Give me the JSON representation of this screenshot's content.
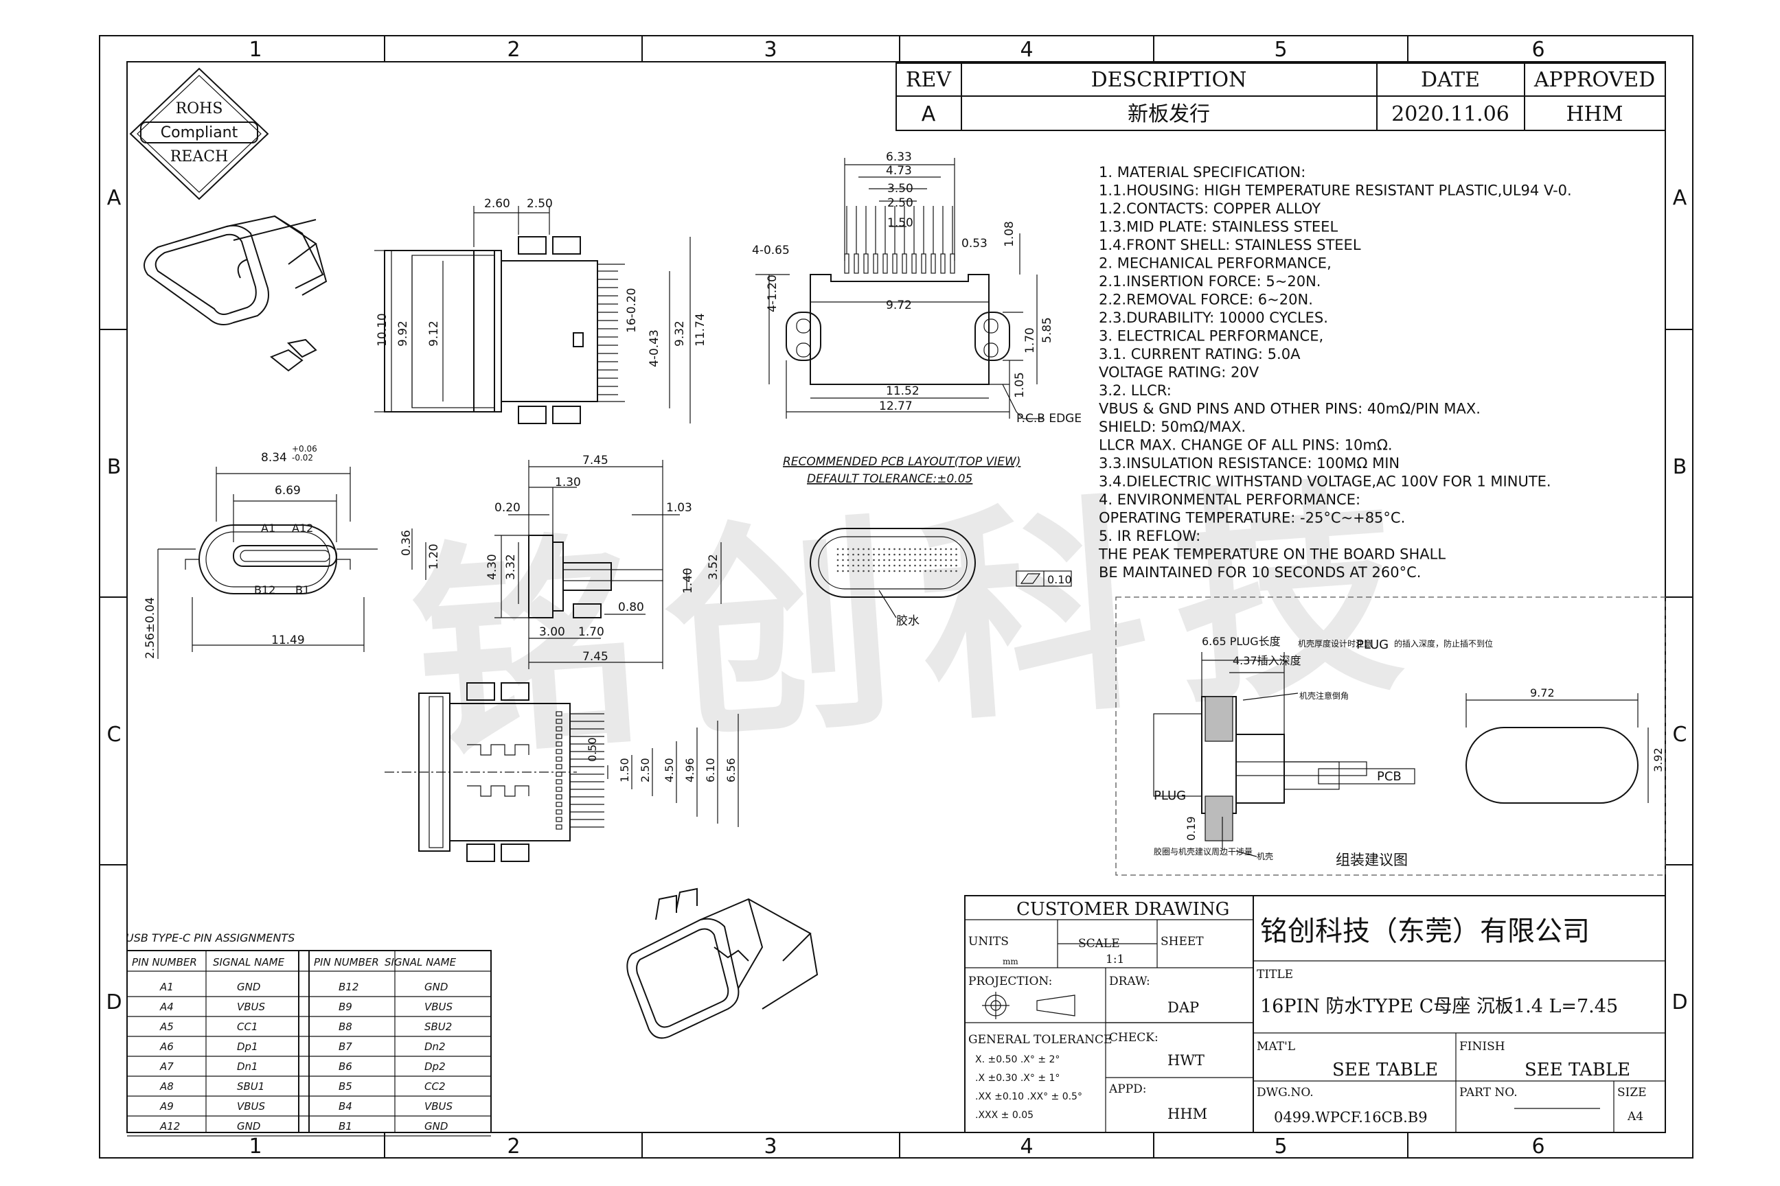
{
  "frame": {
    "col_labels": [
      "1",
      "2",
      "3",
      "4",
      "5",
      "6"
    ],
    "row_labels": [
      "A",
      "B",
      "C",
      "D"
    ]
  },
  "badge": {
    "line1": "ROHS",
    "line2": "Compliant",
    "line3": "REACH"
  },
  "revision": {
    "headers": [
      "REV",
      "DESCRIPTION",
      "DATE",
      "APPROVED"
    ],
    "row": [
      "A",
      "新板发行",
      "2020.11.06",
      "HHM"
    ]
  },
  "watermark": "铭创科技",
  "specs": [
    "1. MATERIAL SPECIFICATION:",
    "  1.1.HOUSING: HIGH TEMPERATURE RESISTANT PLASTIC,UL94 V-0.",
    "  1.2.CONTACTS: COPPER ALLOY",
    "  1.3.MID PLATE: STAINLESS STEEL",
    "  1.4.FRONT SHELL: STAINLESS STEEL",
    "2. MECHANICAL PERFORMANCE,",
    "  2.1.INSERTION FORCE: 5~20N.",
    "  2.2.REMOVAL FORCE: 6~20N.",
    "  2.3.DURABILITY: 10000 CYCLES.",
    "3. ELECTRICAL PERFORMANCE,",
    "  3.1. CURRENT RATING: 5.0A",
    "         VOLTAGE RATING: 20V",
    "  3.2. LLCR:",
    "       VBUS & GND PINS AND OTHER PINS: 40mΩ/PIN MAX.",
    "       SHIELD: 50mΩ/MAX.",
    "       LLCR MAX. CHANGE OF ALL PINS: 10mΩ.",
    "  3.3.INSULATION RESISTANCE: 100MΩ MIN",
    "  3.4.DIELECTRIC WITHSTAND VOLTAGE,AC 100V FOR 1 MINUTE.",
    "4. ENVIRONMENTAL PERFORMANCE:",
    "   OPERATING TEMPERATURE: -25°C~+85°C.",
    "5. IR REFLOW:",
    "   THE PEAK TEMPERATURE ON THE BOARD SHALL",
    "   BE MAINTAINED FOR 10 SECONDS AT 260°C."
  ],
  "top_view_dims": {
    "d1": "2.60",
    "d2": "2.50",
    "d3": "10.10",
    "d4": "9.92",
    "d5": "9.12",
    "d6": "16-0.20",
    "d7": "4-0.43",
    "d8": "9.32",
    "d9": "11.74"
  },
  "front_view_dims": {
    "w1": "8.34",
    "w1_tol_plus": "+0.06",
    "w1_tol_minus": "-0.02",
    "w2": "6.69",
    "a1": "A1",
    "a12": "A12",
    "b12": "B12",
    "b1": "B1",
    "h1": "0.36",
    "h2": "1.20",
    "h3": "2.56±0.04",
    "w3": "11.49"
  },
  "side_view_dims": {
    "l1": "7.45",
    "l2": "1.30",
    "l3": "0.20",
    "l4": "1.03",
    "h1": "4.30",
    "h2": "3.32",
    "h3": "3.52",
    "h4": "1.40",
    "l5": "0.80",
    "l6": "3.00",
    "l7": "1.70",
    "l8": "7.45"
  },
  "pcb_layout": {
    "title": "RECOMMENDED PCB LAYOUT(TOP VIEW)",
    "tolerance": "DEFAULT TOLERANCE:±0.05",
    "d1": "6.33",
    "d2": "4.73",
    "d3": "3.50",
    "d4": "2.50",
    "d5": "1.50",
    "d6": "0.53",
    "d7": "1.08",
    "d8": "4-0.65",
    "d9": "4-1.20",
    "d10": "9.72",
    "d11": "5.85",
    "d12": "1.70",
    "d13": "1.05",
    "d14": "11.52",
    "d15": "12.77",
    "edge": "P.C.B EDGE"
  },
  "glue": {
    "label": "胶水",
    "flatness": "0.10"
  },
  "bottom_view_dims": {
    "d1": "0.50",
    "d2": "1.50",
    "d3": "2.50",
    "d4": "4.50",
    "d5": "4.96",
    "d6": "6.10",
    "d7": "6.56"
  },
  "assembly": {
    "plug_depth": "6.65 PLUG长度",
    "insert_depth": "4.37插入深度",
    "note1": "机壳厚度设计时注意",
    "note2": "的插入深度，防止插不到位",
    "plug_top": "PLUG",
    "rib": "机壳注意倒角",
    "plug_left": "PLUG",
    "pcb": "PCB",
    "gap": "0.19",
    "bottom_note": "胶圈与机壳建议周边干涉量",
    "shell": "机壳",
    "width": "9.72",
    "height": "3.92",
    "caption": "组装建议图"
  },
  "pin_table": {
    "title": "USB TYPE-C PIN ASSIGNMENTS",
    "headers": [
      "PIN NUMBER",
      "SIGNAL NAME",
      "PIN NUMBER",
      "SIGNAL NAME"
    ],
    "rows": [
      [
        "A1",
        "GND",
        "B12",
        "GND"
      ],
      [
        "A4",
        "VBUS",
        "B9",
        "VBUS"
      ],
      [
        "A5",
        "CC1",
        "B8",
        "SBU2"
      ],
      [
        "A6",
        "Dp1",
        "B7",
        "Dn2"
      ],
      [
        "A7",
        "Dn1",
        "B6",
        "Dp2"
      ],
      [
        "A8",
        "SBU1",
        "B5",
        "CC2"
      ],
      [
        "A9",
        "VBUS",
        "B4",
        "VBUS"
      ],
      [
        "A12",
        "GND",
        "B1",
        "GND"
      ]
    ]
  },
  "title_block": {
    "customer_drawing": "CUSTOMER DRAWING",
    "company": "铭创科技（东莞）有限公司",
    "units_label": "UNITS",
    "units": "mm",
    "scale_label": "SCALE",
    "scale": "1:1",
    "sheet_label": "SHEET",
    "title_label": "TITLE",
    "title": "16PIN 防水TYPE C母座 沉板1.4 L=7.45",
    "projection_label": "PROJECTION:",
    "draw_label": "DRAW:",
    "draw": "DAP",
    "tol_label": "GENERAL TOLERANCE",
    "tol_rows": [
      "X.  ±0.50  .X°  ± 2°",
      ".X   ±0.30  .X°  ± 1°",
      ".XX  ±0.10  .XX°  ± 0.5°",
      ".XXX ± 0.05"
    ],
    "check_label": "CHECK:",
    "check": "HWT",
    "appd_label": "APPD:",
    "appd": "HHM",
    "mat_label": "MAT'L",
    "mat": "SEE TABLE",
    "finish_label": "FINISH",
    "finish": "SEE TABLE",
    "dwg_label": "DWG.NO.",
    "dwg": "0499.WPCF.16CB.B9",
    "part_label": "PART NO.",
    "size_label": "SIZE",
    "size": "A4"
  }
}
